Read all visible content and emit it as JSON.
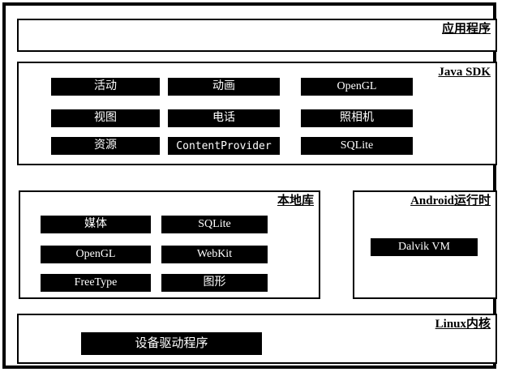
{
  "diagram": {
    "title": "Android Architecture Stack",
    "colors": {
      "frame": "#000000",
      "panel_border": "#000000",
      "chip_fill": "#000000",
      "chip_text": "#ffffff",
      "background": "#ffffff"
    }
  },
  "layers": {
    "applications": {
      "title": "应用程序",
      "items": []
    },
    "java_sdk": {
      "title": "Java SDK",
      "rows": [
        [
          {
            "label": "活动",
            "font": "serif"
          },
          {
            "label": "动画",
            "font": "serif"
          },
          {
            "label": "OpenGL",
            "font": "serif"
          }
        ],
        [
          {
            "label": "视图",
            "font": "serif"
          },
          {
            "label": "电话",
            "font": "serif"
          },
          {
            "label": "照相机",
            "font": "serif"
          }
        ],
        [
          {
            "label": "资源",
            "font": "serif"
          },
          {
            "label": "ContentProvider",
            "font": "mono"
          },
          {
            "label": "SQLite",
            "font": "serif"
          }
        ]
      ]
    },
    "native_libraries": {
      "title": "本地库",
      "rows": [
        [
          {
            "label": "媒体",
            "font": "serif"
          },
          {
            "label": "SQLite",
            "font": "serif"
          }
        ],
        [
          {
            "label": "OpenGL",
            "font": "serif"
          },
          {
            "label": "WebKit",
            "font": "serif"
          }
        ],
        [
          {
            "label": "FreeType",
            "font": "serif"
          },
          {
            "label": "图形",
            "font": "serif"
          }
        ]
      ]
    },
    "android_runtime": {
      "title": "Android运行时",
      "items": [
        {
          "label": "Dalvik VM",
          "font": "serif"
        }
      ]
    },
    "linux_kernel": {
      "title": "Linux内核",
      "items": [
        {
          "label": "设备驱动程序",
          "font": "serif"
        }
      ]
    }
  }
}
